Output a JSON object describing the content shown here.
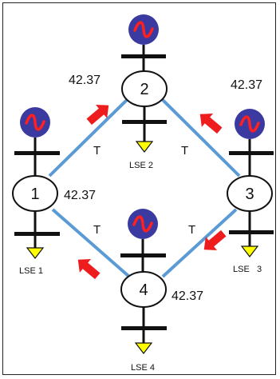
{
  "colors": {
    "line": "#5b9bd5",
    "arrow": "#ee1c1c",
    "generator_fill": "#3a3aa0",
    "generator_wave": "#ff2020",
    "load_fill": "#ffff00",
    "bus": "#111111"
  },
  "nodes": [
    {
      "id": "1",
      "label": "1",
      "price": "42.37",
      "lse": "LSE 1"
    },
    {
      "id": "2",
      "label": "2",
      "price": "42.37",
      "lse": "LSE  2"
    },
    {
      "id": "3",
      "label": "3",
      "price": "42.37",
      "lse": "LSE   3"
    },
    {
      "id": "4",
      "label": "4",
      "price": "42.37",
      "lse": "LSE 4"
    }
  ],
  "lines": [
    {
      "from": "1",
      "to": "2",
      "label": "T"
    },
    {
      "from": "2",
      "to": "3",
      "label": "T"
    },
    {
      "from": "1",
      "to": "4",
      "label": "T"
    },
    {
      "from": "3",
      "to": "4",
      "label": "T"
    }
  ],
  "icons": [
    "generator-icon",
    "load-triangle-icon",
    "flow-arrow-icon"
  ]
}
